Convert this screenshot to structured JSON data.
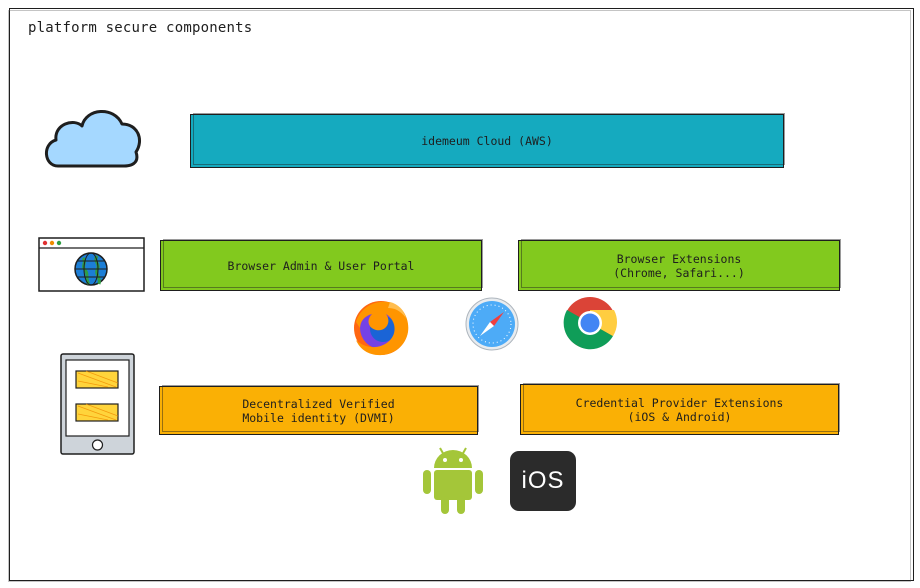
{
  "diagram": {
    "title": "platform secure components",
    "colors": {
      "cloud_box": "#15aabf",
      "browser_box": "#82c91e",
      "mobile_box": "#fab005",
      "cloud_icon": "#a5d8ff",
      "stroke": "#1e1e1e"
    },
    "boxes": {
      "cloud": "idemeum Cloud (AWS)",
      "browser_portal": "Browser Admin & User Portal",
      "browser_extensions": "Browser Extensions\n(Chrome, Safari...)",
      "dvmi": "Decentralized Verified\nMobile identity (DVMI)",
      "credential_provider": "Credential Provider Extensions\n(iOS & Android)"
    },
    "ios_logo_text": "iOS",
    "icons": [
      "cloud-icon",
      "browser-window-icon",
      "globe-icon",
      "firefox-icon",
      "safari-icon",
      "chrome-icon",
      "tablet-icon",
      "android-icon",
      "ios-icon"
    ]
  }
}
